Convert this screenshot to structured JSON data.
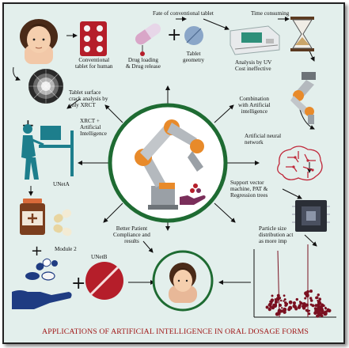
{
  "title": "APPLICATIONS OF ARTIFICIAL INTELLIGENCE IN ORAL DOSAGE FORMS",
  "labels": {
    "conventional_tablet": "Conventional\ntablet for human",
    "drug_loading": "Drug loading\n& Drug release",
    "tablet_geometry": "Tablet\ngeometry",
    "fate": "Fate of conventional tablet",
    "analysis_uv": "Analysis by UV\nCost ineffective",
    "time_consuming": "Time consuming",
    "surface_crack": "Tablet surface\ncrack analysis by\nonly XRCT",
    "xrct_ai": "XRCT +\nArtificial\nIntelligence",
    "combination_ai": "Combination\nwith Artificial\nintelligence",
    "ann": "Artificial neural\nnetwork",
    "svm": "Support vector\nmachine, PAT &\nRegression trees",
    "uneta": "UNetA",
    "module2": "Module 2",
    "unetb": "UNetB",
    "better_compliance": "Better Patient\nCompliance and\nresults",
    "particle_size": "Particle size\ndistribution act\nas more imp"
  },
  "colors": {
    "background": "#e3efec",
    "ring": "#1e6b32",
    "robot_orange": "#e88a2a",
    "robot_gray": "#9aa0a6",
    "pill_red": "#b51e2a",
    "title_red": "#a01818",
    "hand_navy": "#1f3c82",
    "scatter": "#7a1020"
  },
  "icons": [
    "person-icon",
    "blister-pack-icon",
    "capsule-icon",
    "tablet-icon",
    "uv-analyzer-icon",
    "hourglass-icon",
    "xrct-scan-icon",
    "workstation-icon",
    "robot-arm-icon",
    "neural-brain-icon",
    "chip-icon",
    "medicine-bottle-icon",
    "hand-pills-icon",
    "red-tablet-icon",
    "patient-icon",
    "particle-distribution-icon"
  ]
}
